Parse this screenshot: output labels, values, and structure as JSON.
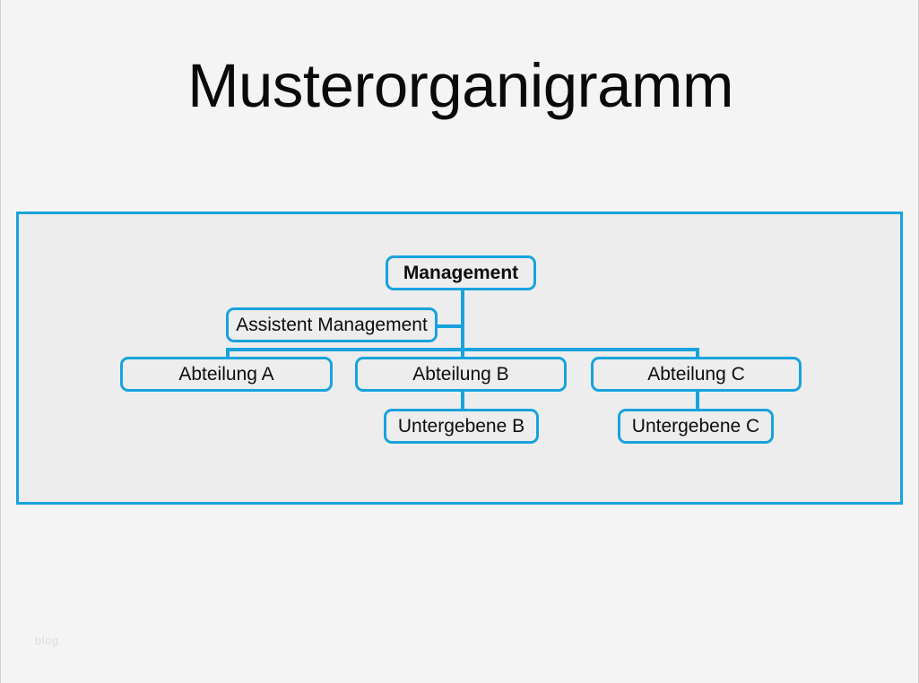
{
  "title": "Musterorganigramm",
  "watermark": "blog",
  "colors": {
    "accent": "#17a3dd",
    "page_background": "#f4f4f4",
    "frame_fill": "#ededed",
    "text": "#0d0d0d",
    "watermark": "#dcdcdc"
  },
  "org_chart": {
    "type": "org-tree",
    "nodes": [
      {
        "id": "management",
        "label": "Management",
        "level": 0,
        "bold": true
      },
      {
        "id": "assistent-management",
        "label": "Assistent Management",
        "level": 1,
        "bold": false
      },
      {
        "id": "abteilung-a",
        "label": "Abteilung A",
        "level": 2,
        "bold": false
      },
      {
        "id": "abteilung-b",
        "label": "Abteilung B",
        "level": 2,
        "bold": false
      },
      {
        "id": "abteilung-c",
        "label": "Abteilung C",
        "level": 2,
        "bold": false
      },
      {
        "id": "untergebene-b",
        "label": "Untergebene B",
        "level": 3,
        "bold": false
      },
      {
        "id": "untergebene-c",
        "label": "Untergebene C",
        "level": 3,
        "bold": false
      }
    ],
    "edges": [
      {
        "from": "management",
        "to": "assistent-management",
        "kind": "staff"
      },
      {
        "from": "management",
        "to": "abteilung-a",
        "kind": "line"
      },
      {
        "from": "management",
        "to": "abteilung-b",
        "kind": "line"
      },
      {
        "from": "management",
        "to": "abteilung-c",
        "kind": "line"
      },
      {
        "from": "abteilung-b",
        "to": "untergebene-b",
        "kind": "line"
      },
      {
        "from": "abteilung-c",
        "to": "untergebene-c",
        "kind": "line"
      }
    ]
  }
}
